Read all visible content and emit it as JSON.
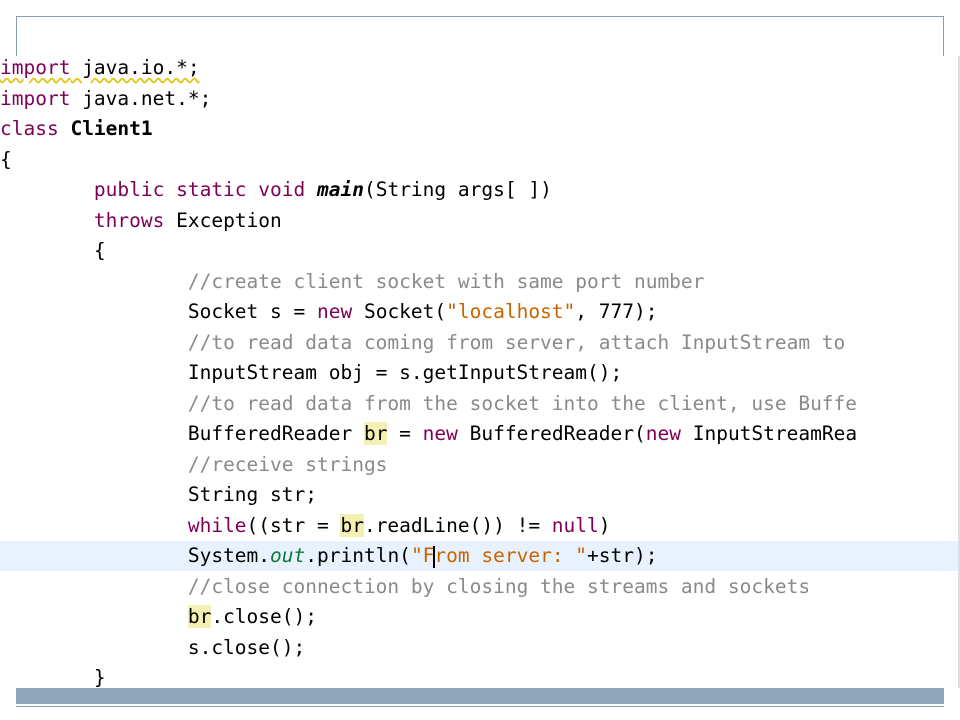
{
  "lines": [
    {
      "tokens": [
        {
          "t": "import",
          "c": "kw warn"
        },
        {
          "t": " java.io.*;",
          "c": "warn"
        }
      ]
    },
    {
      "tokens": [
        {
          "t": "import",
          "c": "kw"
        },
        {
          "t": " java.net.*;",
          "c": ""
        }
      ]
    },
    {
      "tokens": [
        {
          "t": "class",
          "c": "kw"
        },
        {
          "t": " ",
          "c": ""
        },
        {
          "t": "Client1",
          "c": "bold"
        }
      ]
    },
    {
      "tokens": [
        {
          "t": "{",
          "c": ""
        }
      ]
    },
    {
      "tokens": [
        {
          "t": "        ",
          "c": ""
        },
        {
          "t": "public static void",
          "c": "kw"
        },
        {
          "t": " ",
          "c": ""
        },
        {
          "t": "main",
          "c": "mth"
        },
        {
          "t": "(String args[ ])",
          "c": ""
        }
      ]
    },
    {
      "tokens": [
        {
          "t": "        ",
          "c": ""
        },
        {
          "t": "throws",
          "c": "kw"
        },
        {
          "t": " Exception",
          "c": ""
        }
      ]
    },
    {
      "tokens": [
        {
          "t": "        {",
          "c": ""
        }
      ]
    },
    {
      "tokens": [
        {
          "t": "                ",
          "c": ""
        },
        {
          "t": "//create client socket with same port number",
          "c": "cmt"
        }
      ]
    },
    {
      "tokens": [
        {
          "t": "                Socket s = ",
          "c": ""
        },
        {
          "t": "new",
          "c": "kw"
        },
        {
          "t": " Socket(",
          "c": ""
        },
        {
          "t": "\"localhost\"",
          "c": "str"
        },
        {
          "t": ", 777);",
          "c": ""
        }
      ]
    },
    {
      "tokens": [
        {
          "t": "                ",
          "c": ""
        },
        {
          "t": "//to read data coming from server, attach InputStream to",
          "c": "cmt"
        }
      ]
    },
    {
      "tokens": [
        {
          "t": "                InputStream obj = s.getInputStream();",
          "c": ""
        }
      ]
    },
    {
      "tokens": [
        {
          "t": "                ",
          "c": ""
        },
        {
          "t": "//to read data from the socket into the client, use Buffe",
          "c": "cmt"
        }
      ]
    },
    {
      "tokens": [
        {
          "t": "                BufferedReader ",
          "c": ""
        },
        {
          "t": "br",
          "c": "hl"
        },
        {
          "t": " = ",
          "c": ""
        },
        {
          "t": "new",
          "c": "kw"
        },
        {
          "t": " BufferedReader(",
          "c": ""
        },
        {
          "t": "new",
          "c": "kw"
        },
        {
          "t": " InputStreamRea",
          "c": ""
        }
      ]
    },
    {
      "tokens": [
        {
          "t": "                ",
          "c": ""
        },
        {
          "t": "//receive strings",
          "c": "cmt"
        }
      ]
    },
    {
      "tokens": [
        {
          "t": "                String str;",
          "c": ""
        }
      ]
    },
    {
      "tokens": [
        {
          "t": "                ",
          "c": ""
        },
        {
          "t": "while",
          "c": "kw"
        },
        {
          "t": "((str = ",
          "c": ""
        },
        {
          "t": "br",
          "c": "hl"
        },
        {
          "t": ".readLine()) != ",
          "c": ""
        },
        {
          "t": "null",
          "c": "kw"
        },
        {
          "t": ")",
          "c": ""
        }
      ]
    },
    {
      "current": true,
      "tokens": [
        {
          "t": "                System.",
          "c": ""
        },
        {
          "t": "out",
          "c": "fld"
        },
        {
          "t": ".println(",
          "c": ""
        },
        {
          "t": "\"F",
          "c": "str"
        },
        {
          "t": "",
          "c": "caret"
        },
        {
          "t": "rom server: \"",
          "c": "str"
        },
        {
          "t": "+str);",
          "c": ""
        }
      ]
    },
    {
      "tokens": [
        {
          "t": "                ",
          "c": ""
        },
        {
          "t": "//close connection by closing the streams and sockets",
          "c": "cmt"
        }
      ]
    },
    {
      "tokens": [
        {
          "t": "                ",
          "c": ""
        },
        {
          "t": "br",
          "c": "hl"
        },
        {
          "t": ".close();",
          "c": ""
        }
      ]
    },
    {
      "tokens": [
        {
          "t": "                s.close();",
          "c": ""
        }
      ]
    },
    {
      "tokens": [
        {
          "t": "        }",
          "c": ""
        }
      ]
    }
  ]
}
